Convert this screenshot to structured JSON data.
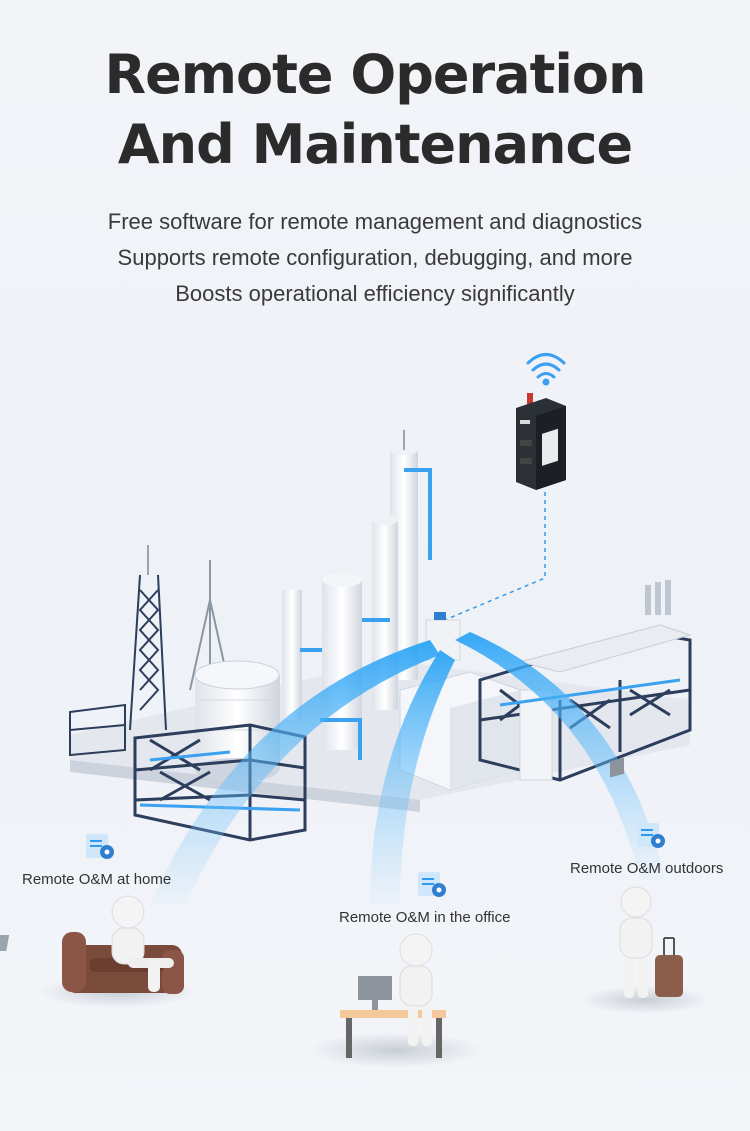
{
  "header": {
    "title_line1": "Remote Operation",
    "title_line2": "And Maintenance",
    "sub_lines": [
      "Free software for remote management and diagnostics",
      "Supports remote configuration, debugging, and more",
      "Boosts operational efficiency significantly"
    ]
  },
  "scenarios": {
    "home": "Remote O&M at home",
    "office": "Remote O&M in the office",
    "outdoors": "Remote O&M outdoors"
  },
  "icons": {
    "wifi": "wifi-icon",
    "om": "document-gear-icon"
  },
  "colors": {
    "accent_blue": "#2f9bf0",
    "steel_dark": "#2d3d5c",
    "text": "#333333"
  }
}
